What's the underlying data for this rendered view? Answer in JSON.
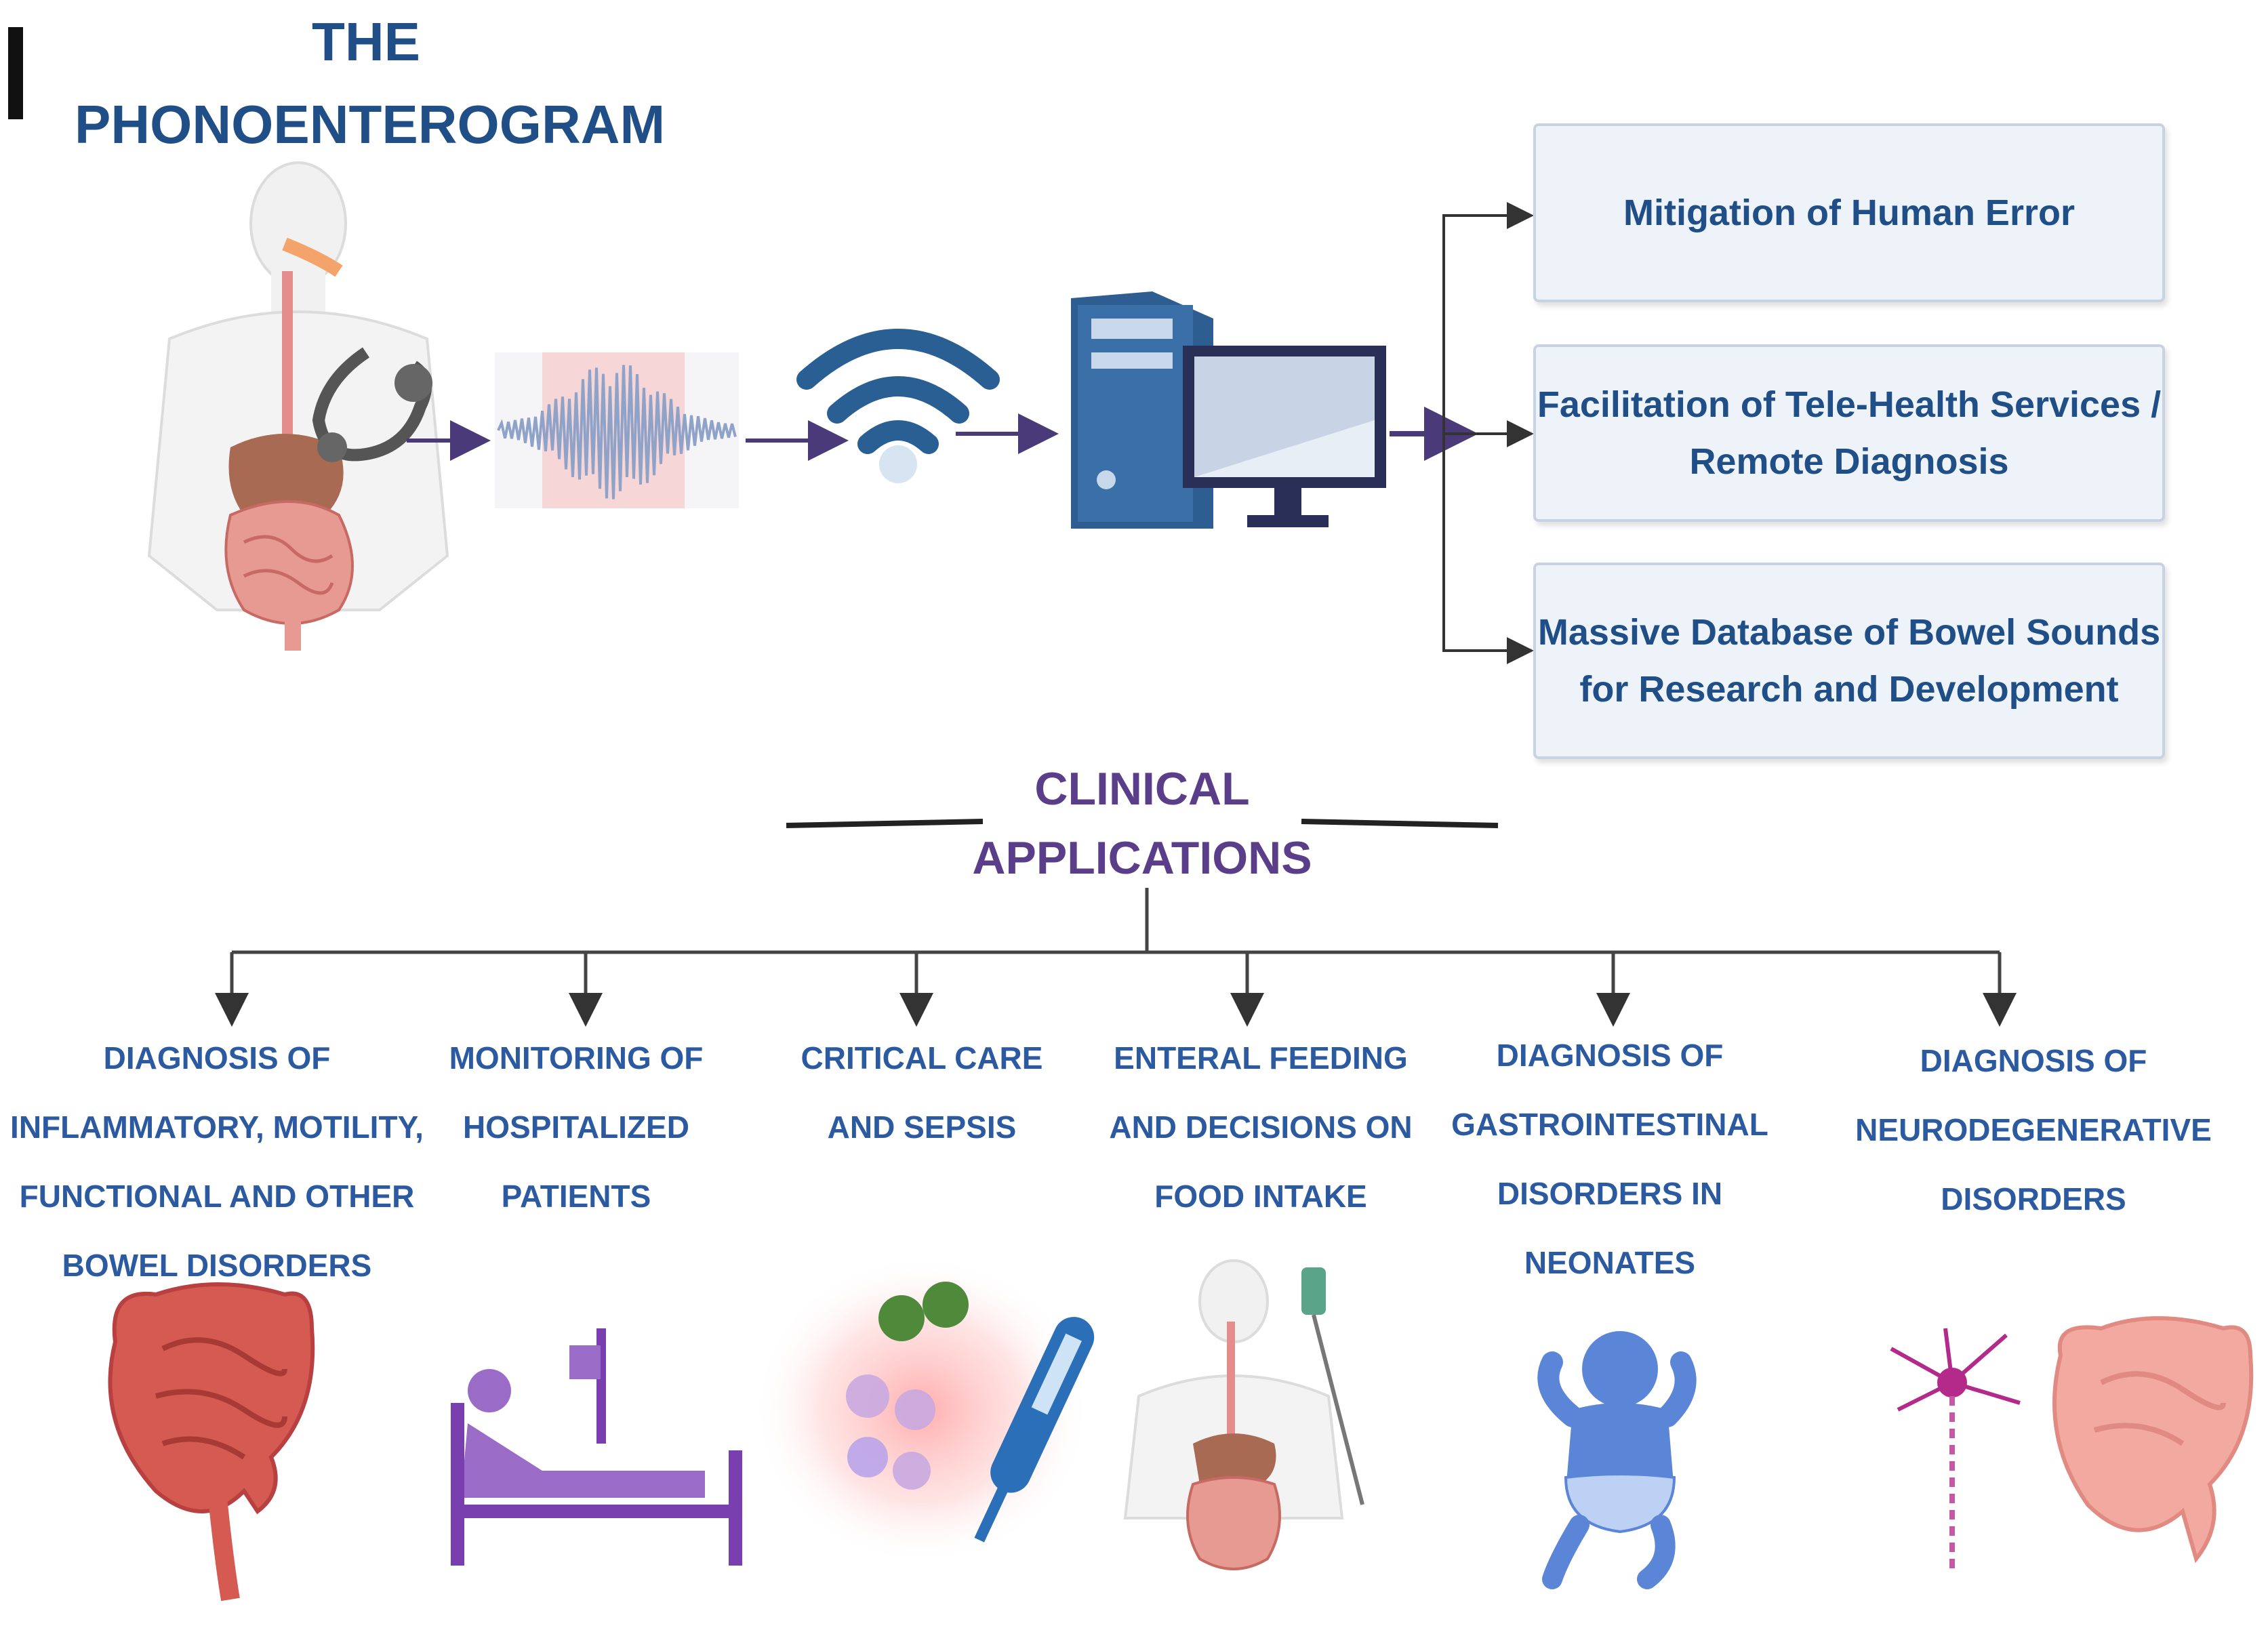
{
  "title": {
    "line1": "THE",
    "line2": "PHONOENTEROGRAM"
  },
  "outcomes": [
    {
      "line1": "Mitigation of Human Error",
      "line2": ""
    },
    {
      "line1": "Facilitation of Tele-Health Services /",
      "line2": "Remote Diagnosis"
    },
    {
      "line1": "Massive Database of Bowel Sounds",
      "line2": "for Research and Development"
    }
  ],
  "clinical": {
    "line1": "CLINICAL",
    "line2": "APPLICATIONS"
  },
  "applications": [
    {
      "lines": [
        "DIAGNOSIS OF",
        "INFLAMMATORY, MOTILITY,",
        "FUNCTIONAL AND OTHER",
        "BOWEL DISORDERS"
      ],
      "icon": "large-intestine-icon"
    },
    {
      "lines": [
        "MONITORING OF",
        "HOSPITALIZED",
        "PATIENTS"
      ],
      "icon": "hospital-bed-icon"
    },
    {
      "lines": [
        "CRITICAL CARE",
        "AND SEPSIS"
      ],
      "icon": "thermometer-bacteria-icon"
    },
    {
      "lines": [
        "ENTERAL FEEDING",
        "AND DECISIONS ON",
        "FOOD INTAKE"
      ],
      "icon": "feeding-tube-icon"
    },
    {
      "lines": [
        "DIAGNOSIS OF",
        "GASTROINTESTINAL",
        "DISORDERS IN",
        "NEONATES"
      ],
      "icon": "baby-icon"
    },
    {
      "lines": [
        "DIAGNOSIS OF",
        "NEURODEGENERATIVE",
        "DISORDERS"
      ],
      "icon": "neuron-intestine-icon"
    }
  ],
  "colors": {
    "title": "#1f4f86",
    "clinical": "#5a3e8a",
    "app_text": "#2c5aa0",
    "arrow": "#4a3a7a",
    "box_bg": "#eef3f9"
  }
}
